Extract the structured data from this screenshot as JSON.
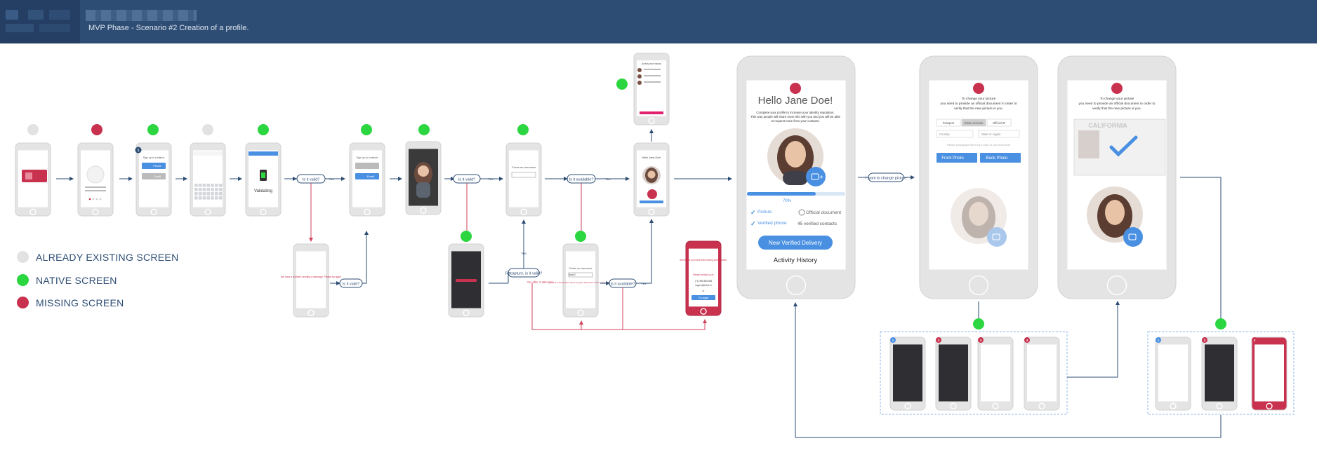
{
  "header": {
    "title": "MVP Phase  - Scenario #2 Creation of a profile."
  },
  "colors": {
    "existing": "#e2e2e2",
    "native": "#2bd640",
    "missing": "#c8324f",
    "navy": "#2e4d74",
    "blue": "#4a90e2",
    "red_line": "#d0455e"
  },
  "legend": [
    {
      "label": "ALREADY EXISTING SCREEN",
      "status": "existing"
    },
    {
      "label": "NATIVE SCREEN",
      "status": "native"
    },
    {
      "label": "MISSING SCREEN",
      "status": "missing"
    }
  ],
  "screens": {
    "validating": {
      "label": "Validating"
    },
    "sign_up": {
      "title": "Sign up to continue",
      "phone": "Phone",
      "email": "Email"
    },
    "choose_username": {
      "title": "Chose an username"
    },
    "hello_small": {
      "title": "Hello Jane Doe!"
    },
    "activity_small": {
      "title": "Activity and history"
    },
    "problem": {
      "text": "We have a problem sending a message. Please try again"
    },
    "create_username": {
      "title": "Create an username",
      "value": "Ana12",
      "note": "Ana12 is already taken please try again. What about Ana.51 or Ana.Cmila"
    },
    "oops": {
      "text": "Seems like you have been having some trouble.",
      "contact": "Please contact us at:",
      "phone": "(+1) 555 555 555",
      "email": "support@civic.io",
      "or": "or",
      "button": "Try again"
    }
  },
  "decisions": {
    "is_it_valid": "Is it valid?",
    "is_it_available": "Is it available?",
    "recaptcha": "Recapture, is it valid?",
    "want_change": "I want to change picture",
    "yes": "Yes",
    "after_attempts": "Yes after 3 attempts"
  },
  "profile": {
    "greeting": "Hello Jane Doe!",
    "subtitle_1": "Complete your profile to increase your identity reputation.",
    "subtitle_2": "This way people will share more info with you and you will be able",
    "subtitle_3": "to request more from your contacts.",
    "progress_pct": 70,
    "progress_label": "70%",
    "picture": "Picture",
    "official_document": "Official document",
    "verified_phone": "Verified phone",
    "verified_contacts": "45 verified contacts",
    "cta": "New Verified Delivery",
    "activity": "Activity History"
  },
  "change_picture": {
    "line_1": "To change your picture",
    "line_2": "you need to provide an official document in order to",
    "line_3": "verify that the new picture is you.",
    "tabs": [
      "Passport",
      "Driver License",
      "Official ID"
    ],
    "country": "Country",
    "state": "State or region",
    "hint": "Please photograph the front & back of your document",
    "front": "Front Photo",
    "back": "Back Photo",
    "license_text": "CALIFORNIA"
  },
  "step_numbers": [
    "1",
    "2",
    "3",
    "4"
  ]
}
